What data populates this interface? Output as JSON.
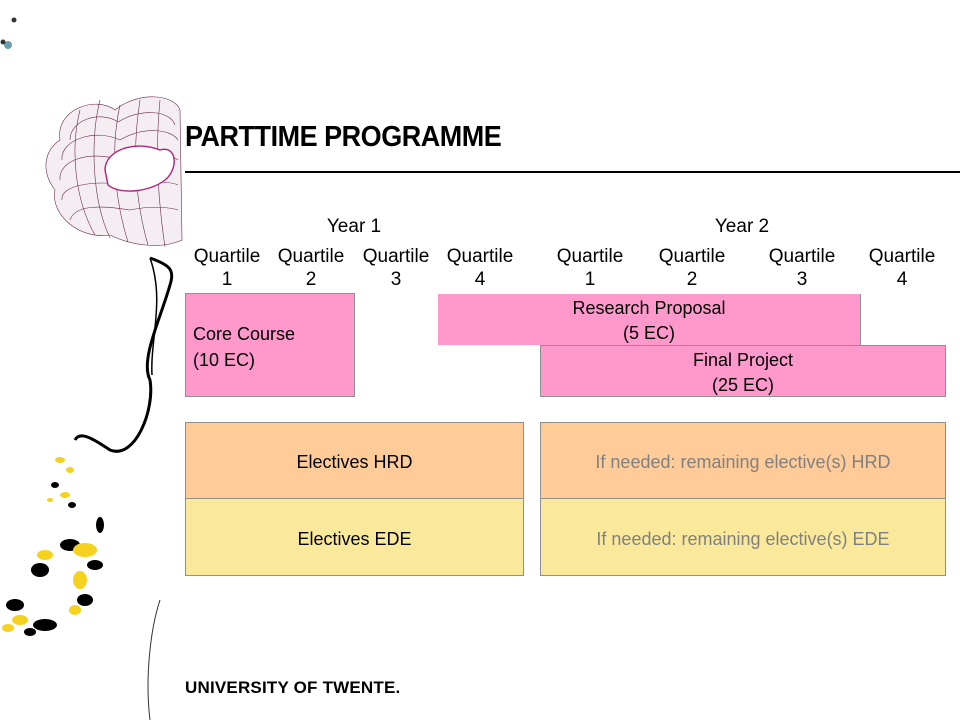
{
  "slide": {
    "title": "PARTTIME PROGRAMME",
    "footer": "UNIVERSITY OF TWENTE."
  },
  "schedule": {
    "year1_label": "Year 1",
    "year2_label": "Year 2",
    "quartiles": [
      {
        "label": "Quartile",
        "num": "1"
      },
      {
        "label": "Quartile",
        "num": "2"
      },
      {
        "label": "Quartile",
        "num": "3"
      },
      {
        "label": "Quartile",
        "num": "4"
      },
      {
        "label": "Quartile",
        "num": "1"
      },
      {
        "label": "Quartile",
        "num": "2"
      },
      {
        "label": "Quartile",
        "num": "3"
      },
      {
        "label": "Quartile",
        "num": "4"
      }
    ],
    "core_course": {
      "line1": "Core Course",
      "line2": "(10 EC)"
    },
    "research_proposal": {
      "line1": "Research Proposal",
      "line2": "(5 EC)"
    },
    "final_project": {
      "line1": "Final Project",
      "line2": "(25 EC)"
    },
    "electives_hrd": "Electives HRD",
    "electives_ede": "Electives EDE",
    "remaining_hrd": "If needed: remaining elective(s) HRD",
    "remaining_ede": "If needed: remaining elective(s) EDE"
  },
  "colors": {
    "pink": "#ff99cc",
    "orange": "#ffcc99",
    "yellow": "#fbe99b",
    "grey_text": "#808080"
  }
}
